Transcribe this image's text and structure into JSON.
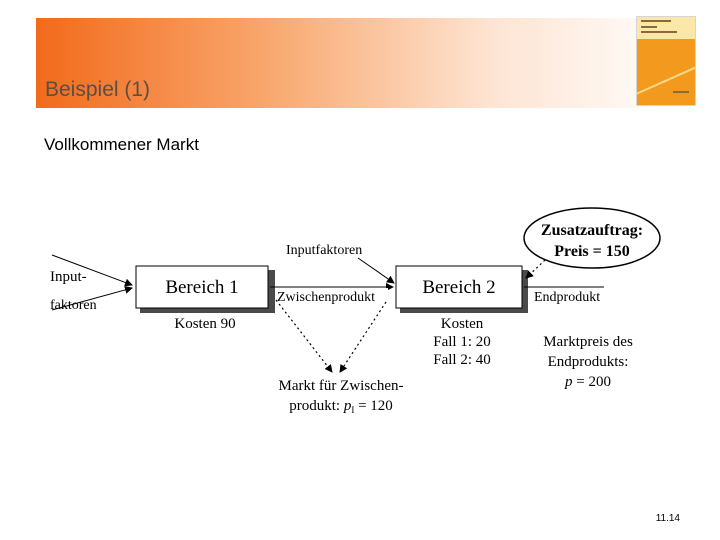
{
  "slide": {
    "title": "Beispiel (1)",
    "subtitle": "Vollkommener Markt",
    "page_number": "11.14"
  },
  "diagram": {
    "input_line1": "Input-",
    "input_line2": "faktoren",
    "bereich1": "Bereich 1",
    "bereich1_cost": "Kosten 90",
    "inputfaktoren": "Inputfaktoren",
    "zwischenprodukt": "Zwischenprodukt",
    "bereich2": "Bereich 2",
    "bereich2_cost_title": "Kosten",
    "bereich2_fall1": "Fall 1: 20",
    "bereich2_fall2": "Fall 2: 40",
    "zusatz_line1": "Zusatzauftrag:",
    "zusatz_line2": "Preis = 150",
    "endprodukt": "Endprodukt",
    "marktpreis_line1": "Marktpreis des",
    "marktpreis_line2": "Endprodukts:",
    "marktpreis_p": "p",
    "marktpreis_value": " = 200",
    "markt_line1": "Markt für Zwischen-",
    "markt_line2_prefix": "produkt: ",
    "markt_p": "p",
    "markt_sub": "I",
    "markt_value": " = 120"
  }
}
